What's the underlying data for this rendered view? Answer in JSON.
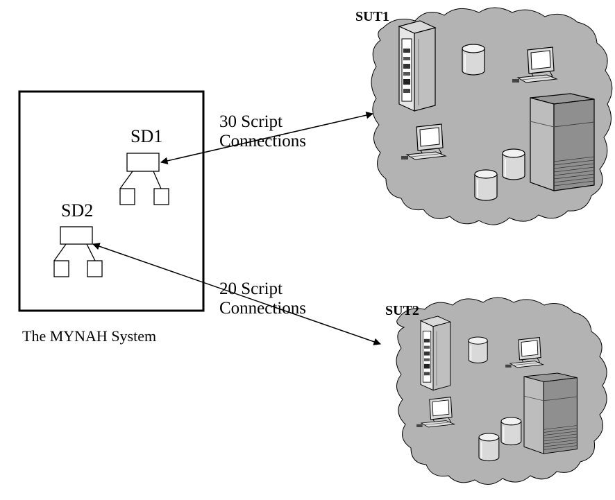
{
  "system": {
    "caption": "The MYNAH System",
    "sd1_label": "SD1",
    "sd2_label": "SD2"
  },
  "connections": [
    {
      "count_label": "30 Script",
      "unit_label": "Connections"
    },
    {
      "count_label": "20 Script",
      "unit_label": "Connections"
    }
  ],
  "suts": [
    {
      "label": "SUT1"
    },
    {
      "label": "SUT2"
    }
  ],
  "colors": {
    "cloud_fill": "#b3b3b3",
    "line": "#000000",
    "equipment_dark": "#8f8f8f",
    "equipment_light": "#e6e6e6"
  },
  "icons": [
    "server-rack-icon",
    "database-cylinder-icon",
    "workstation-icon",
    "mainframe-tower-icon"
  ]
}
